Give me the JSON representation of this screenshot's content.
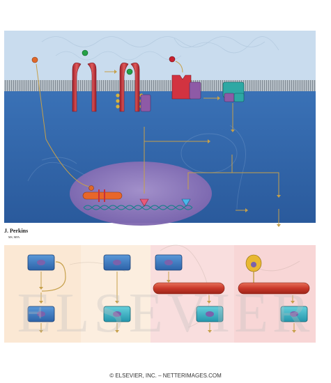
{
  "artist": {
    "name": "J. Perkins",
    "credentials": "MS, MFA"
  },
  "watermark": "ELSEVIER",
  "copyright": "© ELSEVIER, INC. – NETTERIMAGES.COM",
  "colors": {
    "extracellular": "#c9dcee",
    "cytoplasm": "#2f64a8",
    "nucleus": "#8a72b8",
    "membrane": "#9aa4ad",
    "receptor": "#c6303a",
    "kinase": "#8e5aa6",
    "ligand_orange": "#e0682a",
    "ligand_green": "#25a146",
    "ligand_red": "#c8202e",
    "transcription_factor": "#e8662a",
    "dna": "#3aa6b4",
    "arrow": "#c6a04a",
    "panel_peach": "#fbe8d4",
    "panel_pink": "#f8d6d6",
    "cell_blue": "#3e7cc2",
    "cell_teal": "#36b2c4",
    "muscle_fiber": "#d54532",
    "neuron": "#e8b832"
  },
  "icons": [
    "ligand-sphere",
    "receptor-dimer",
    "dna-helix",
    "muscle-fiber",
    "neuron-terminal",
    "cell",
    "arrow"
  ]
}
